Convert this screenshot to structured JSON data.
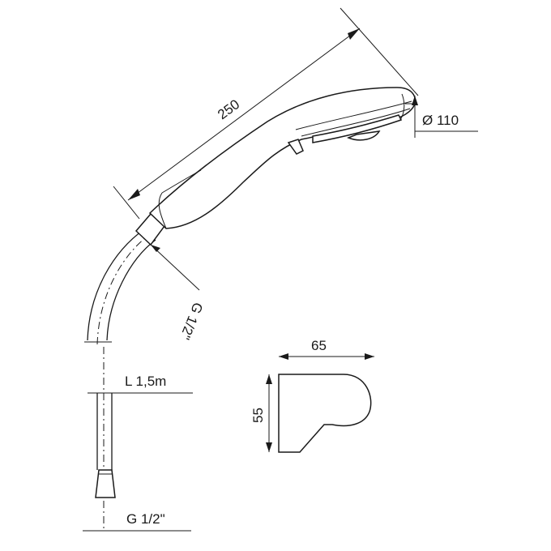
{
  "dimensions": {
    "handle_length": "250",
    "head_diameter": "Ø 110",
    "handle_thread": "G 1/2\"",
    "hose_length": "L 1,5m",
    "hose_thread": "G 1/2\"",
    "holder_width": "65",
    "holder_height": "55"
  }
}
